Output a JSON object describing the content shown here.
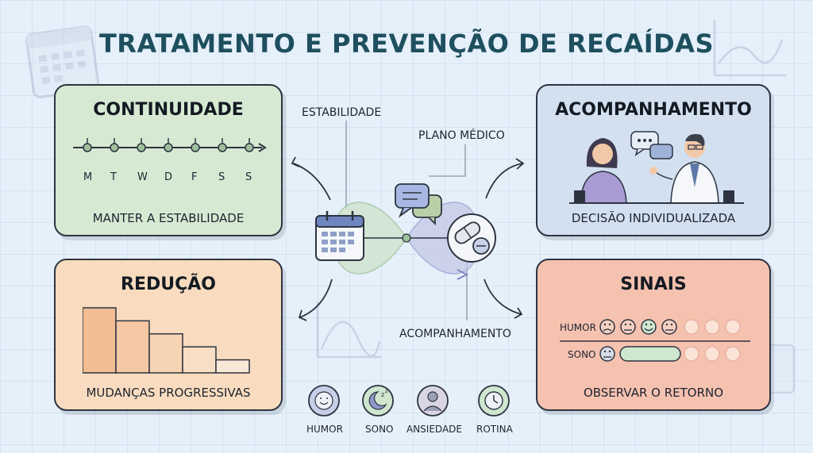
{
  "title": "TRATAMENTO E PREVENÇÃO DE RECAÍDAS",
  "cards": {
    "continuidade": {
      "title": "CONTINUIDADE",
      "days": [
        "M",
        "T",
        "W",
        "D",
        "F",
        "S",
        "S"
      ],
      "subtitle": "MANTER A ESTABILIDADE",
      "color": "#d6ead3"
    },
    "acompanhamento": {
      "title": "ACOMPANHAMENTO",
      "subtitle": "DECISÃO INDIVIDUALIZADA",
      "color": "#d2e0f0"
    },
    "reducao": {
      "title": "REDUÇÃO",
      "subtitle": "MUDANÇAS PROGRESSIVAS",
      "steps": [
        5,
        4,
        3,
        2,
        1
      ],
      "color": "#f9dcbf"
    },
    "sinais": {
      "title": "SINAIS",
      "humor_label": "HUMOR",
      "sono_label": "SONO",
      "subtitle": "OBSERVAR O RETORNO",
      "color": "#f6c2b0"
    }
  },
  "center": {
    "estabilidade": "ESTABILIDADE",
    "plano": "PLANO MÉDICO",
    "acompanhamento": "ACOMPANHAMENTO"
  },
  "bottom_icons": [
    {
      "label": "HUMOR",
      "icon": "smile-face-icon"
    },
    {
      "label": "SONO",
      "icon": "moon-sleep-icon"
    },
    {
      "label": "ANSIEDADE",
      "icon": "person-anxiety-icon"
    },
    {
      "label": "ROTINA",
      "icon": "clock-icon"
    }
  ]
}
